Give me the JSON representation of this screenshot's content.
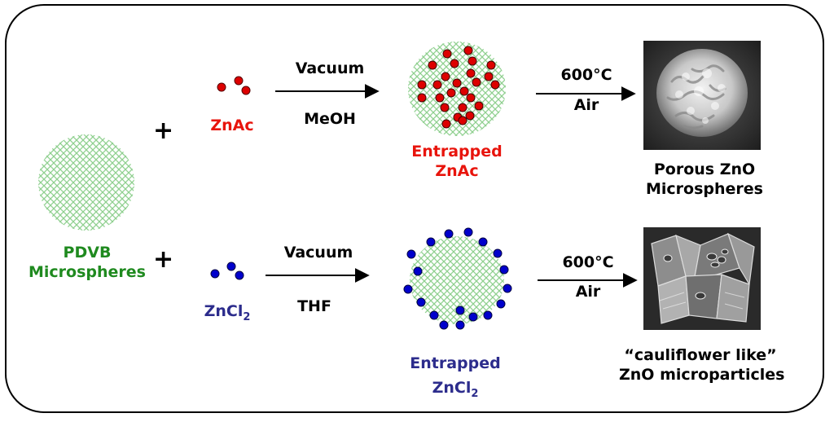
{
  "colors": {
    "green": "#1f8a1f",
    "red": "#e8140c",
    "blue": "#2c2c8c",
    "mesh": "#8fd08f",
    "red_dot": "#dd0000",
    "blue_dot": "#0000cc"
  },
  "start": {
    "line1": "PDVB",
    "line2": "Microspheres"
  },
  "plus_symbol": "+",
  "top_row": {
    "reagent": "ZnAc",
    "arrow1_above": "Vacuum",
    "arrow1_below": "MeOH",
    "product_line1": "Entrapped",
    "product_line2": "ZnAc",
    "arrow2_above": "600°C",
    "arrow2_below": "Air",
    "result_line1": "Porous ZnO",
    "result_line2": "Microspheres"
  },
  "bottom_row": {
    "reagent": "ZnCl",
    "reagent_sub": "2",
    "arrow1_above": "Vacuum",
    "arrow1_below": "THF",
    "product_line1": "Entrapped",
    "product_line2": "ZnCl",
    "product_sub": "2",
    "arrow2_above": "600°C",
    "arrow2_below": "Air",
    "result_line1": "“cauliflower like”",
    "result_line2": "ZnO microparticles"
  },
  "images": [
    "sem-porous-zno-micrograph",
    "sem-cauliflower-zno-micrograph"
  ]
}
